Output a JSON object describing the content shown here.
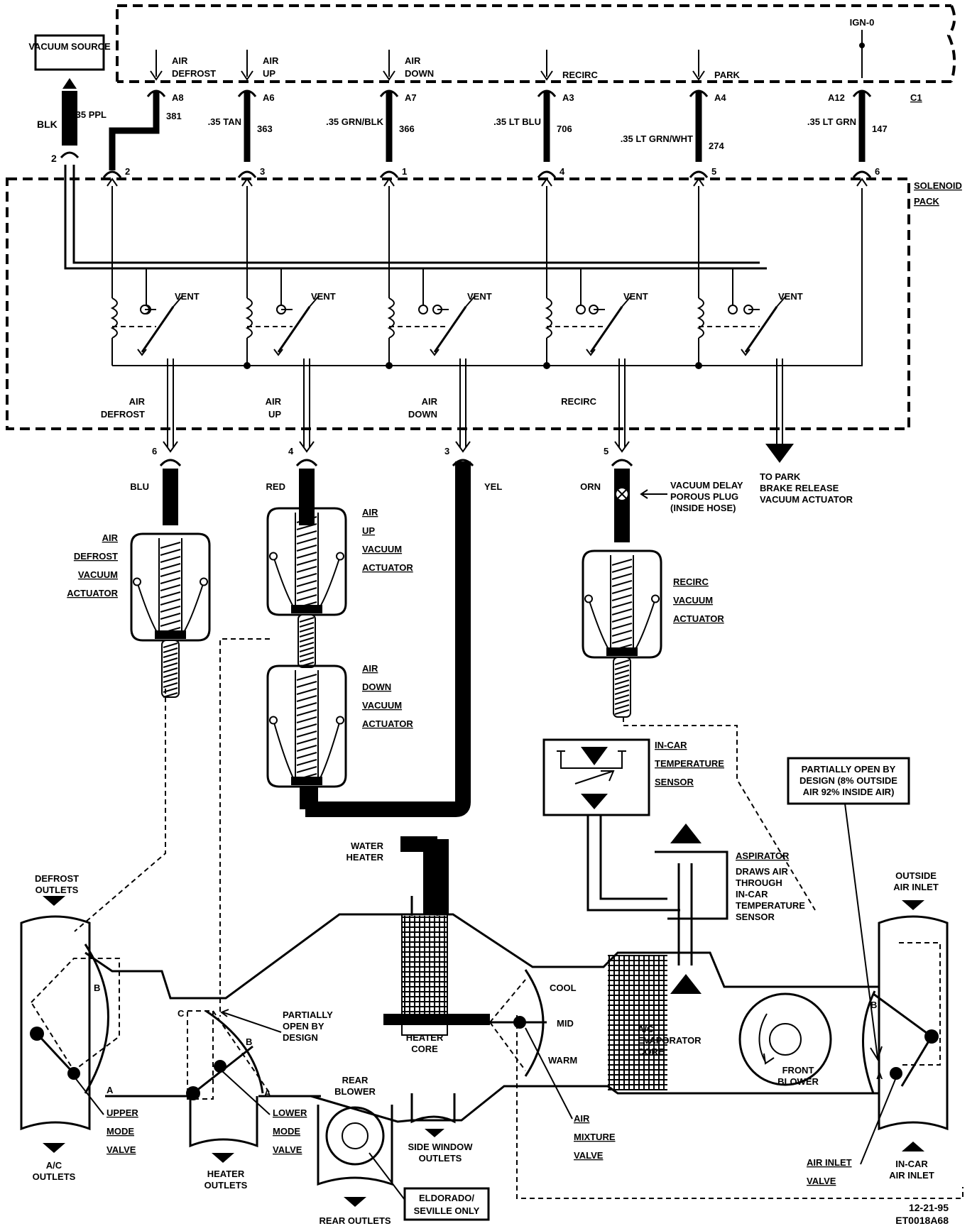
{
  "diagram": {
    "vacuum_source": "VACUUM SOURCE",
    "ign": "IGN-0",
    "solenoid_pack": "SOLENOID PACK",
    "vent": "VENT",
    "top_circuits": [
      {
        "name": "AIR DEFROST",
        "pin": "A8",
        "wire": ".35 PPL",
        "circuit": "381",
        "pack_pin": "2"
      },
      {
        "name": "AIR UP",
        "pin": "A6",
        "wire": ".35 TAN",
        "circuit": "363",
        "pack_pin": "3"
      },
      {
        "name": "AIR DOWN",
        "pin": "A7",
        "wire": ".35 GRN/BLK",
        "circuit": "366",
        "pack_pin": "1"
      },
      {
        "name": "RECIRC",
        "pin": "A3",
        "wire": ".35 LT BLU",
        "circuit": "706",
        "pack_pin": "4"
      },
      {
        "name": "PARK",
        "pin": "A4",
        "wire": ".35 LT GRN/WHT",
        "circuit": "274",
        "pack_pin": "5"
      },
      {
        "name": "",
        "pin": "A12",
        "pin2": "C1",
        "wire": ".35 LT GRN",
        "circuit": "147",
        "pack_pin": "6"
      }
    ],
    "vacuum_source_wire": "BLK",
    "vacuum_source_pin": "2",
    "hoses": [
      {
        "name": "AIR DEFROST",
        "pin": "6",
        "color": "BLU"
      },
      {
        "name": "AIR UP",
        "pin": "4",
        "color": "RED"
      },
      {
        "name": "AIR DOWN",
        "pin": "3",
        "color": "YEL"
      },
      {
        "name": "RECIRC",
        "pin": "5",
        "color": "ORN"
      }
    ],
    "park_note": "TO PARK BRAKE RELEASE VACUUM ACTUATOR",
    "vacuum_delay": "VACUUM DELAY POROUS PLUG (INSIDE HOSE)",
    "actuators": {
      "defrost": [
        "AIR",
        "DEFROST",
        "VACUUM",
        "ACTUATOR"
      ],
      "up": [
        "AIR",
        "UP",
        "VACUUM",
        "ACTUATOR"
      ],
      "down": [
        "AIR",
        "DOWN",
        "VACUUM",
        "ACTUATOR"
      ],
      "recirc": [
        "RECIRC",
        "VACUUM",
        "ACTUATOR"
      ]
    },
    "incar_sensor": [
      "IN-CAR",
      "TEMPERATURE",
      "SENSOR"
    ],
    "partially_open_box": "PARTIALLY OPEN BY DESIGN (8% OUTSIDE AIR 92% INSIDE AIR)",
    "aspirator": "ASPIRATOR",
    "aspirator_note": "DRAWS AIR THROUGH IN-CAR TEMPERATURE SENSOR",
    "water_heater": "WATER HEATER",
    "defrost_outlets": "DEFROST OUTLETS",
    "outside_air_inlet": "OUTSIDE AIR INLET",
    "heater_core": "HEATER CORE",
    "cool": "COOL",
    "mid": "MID",
    "warm": "WARM",
    "evaporator": "A/C EVAPORATOR CORE",
    "front_blower": "FRONT BLOWER",
    "partially_open": "PARTIALLY OPEN BY DESIGN",
    "rear_blower": "REAR BLOWER",
    "upper_mode": [
      "UPPER",
      "MODE",
      "VALVE"
    ],
    "lower_mode": [
      "LOWER",
      "MODE",
      "VALVE"
    ],
    "air_mixture": [
      "AIR",
      "MIXTURE",
      "VALVE"
    ],
    "air_inlet_valve": [
      "AIR INLET",
      "VALVE"
    ],
    "incar_air_inlet": "IN-CAR AIR INLET",
    "ac_outlets": "A/C OUTLETS",
    "heater_outlets": "HEATER OUTLETS",
    "side_window": "SIDE WINDOW OUTLETS",
    "rear_outlets": "REAR OUTLETS",
    "eldorado": "ELDORADO/ SEVILLE ONLY",
    "letter_a": "A",
    "letter_b": "B",
    "letter_c": "C",
    "date_code": "12-21-95",
    "fig_code": "ET0018A68"
  }
}
